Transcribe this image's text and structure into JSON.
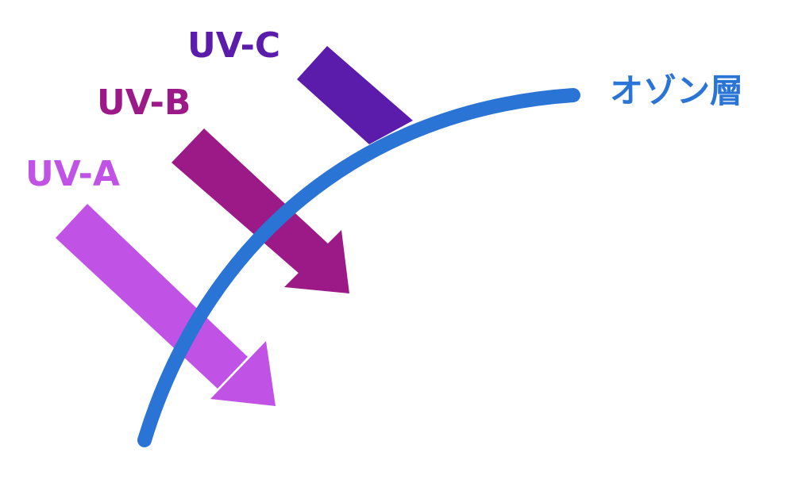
{
  "labels": {
    "uv_c": "UV-C",
    "uv_b": "UV-B",
    "uv_a": "UV-A",
    "ozone_layer": "オゾン層"
  },
  "colors": {
    "uv_c": "#5b1bab",
    "uv_b": "#9c1a87",
    "uv_a": "#c152e6",
    "ozone_layer": "#2a74d6"
  }
}
